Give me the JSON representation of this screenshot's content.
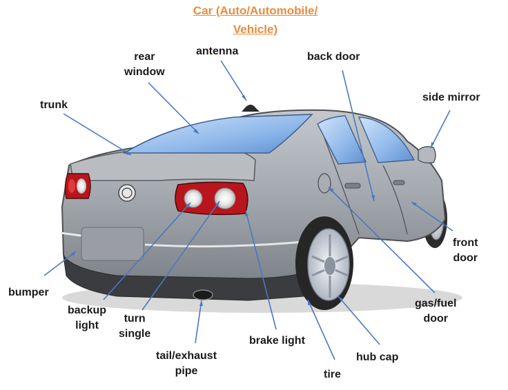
{
  "title": {
    "line1": "Car (Auto/Automobile/",
    "line2": "Vehicle)"
  },
  "colors": {
    "title": "#ee8a3a",
    "leader": "#4a78c0",
    "body": "#9ca1a7",
    "label": "#1a1a1a"
  },
  "labels": {
    "antenna": "antenna",
    "rear_window": {
      "line1": "rear",
      "line2": "window"
    },
    "back_door": "back door",
    "side_mirror": "side mirror",
    "trunk": "trunk",
    "front_door": {
      "line1": "front",
      "line2": "door"
    },
    "bumper": "bumper",
    "backup_light": {
      "line1": "backup",
      "line2": "light"
    },
    "turn_single": {
      "line1": "turn",
      "line2": "single"
    },
    "gas_fuel_door": {
      "line1": "gas/fuel",
      "line2": "door"
    },
    "brake_light": "brake light",
    "tail_exhaust_pipe": {
      "line1": "tail/exhaust",
      "line2": "pipe"
    },
    "hub_cap": "hub cap",
    "tire": "tire"
  }
}
